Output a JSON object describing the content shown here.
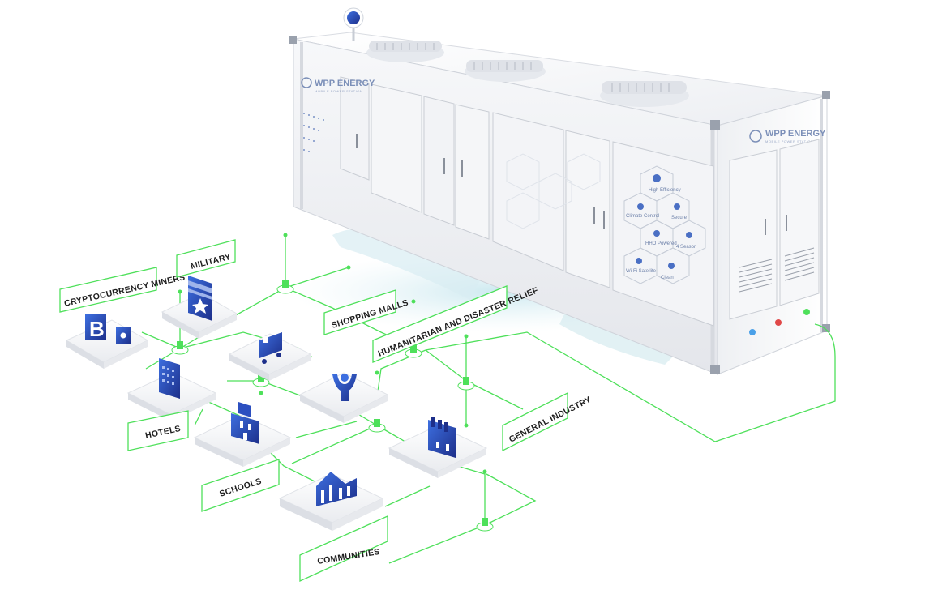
{
  "brand": {
    "name": "WPP ENERGY",
    "tagline": "MOBILE POWER STATION"
  },
  "container_features": [
    "High Efficiency",
    "Climate Control",
    "Secure",
    "HHO Powered",
    "4 Season",
    "Wi-Fi Satellite",
    "Clean"
  ],
  "network_labels": {
    "cryptocurrency_miners": "CRYPTOCURRENCY MINERS",
    "military": "MILITARY",
    "shopping_malls": "SHOPPING MALLS",
    "humanitarian": "HUMANITARIAN AND DISASTER RELIEF",
    "hotels": "HOTELS",
    "schools": "SCHOOLS",
    "general_industry": "GENERAL INDUSTRY",
    "communities": "COMMUNITIES"
  },
  "icon_names": [
    "bitcoin-icon",
    "military-badge-icon",
    "shopping-cart-icon",
    "hotel-building-icon",
    "humanitarian-person-icon",
    "school-building-icon",
    "factory-icon",
    "community-houses-icon"
  ],
  "colors": {
    "network_line": "#4ee05a",
    "accent_blue": "#2b4db3",
    "container_white": "#f4f5f7"
  }
}
